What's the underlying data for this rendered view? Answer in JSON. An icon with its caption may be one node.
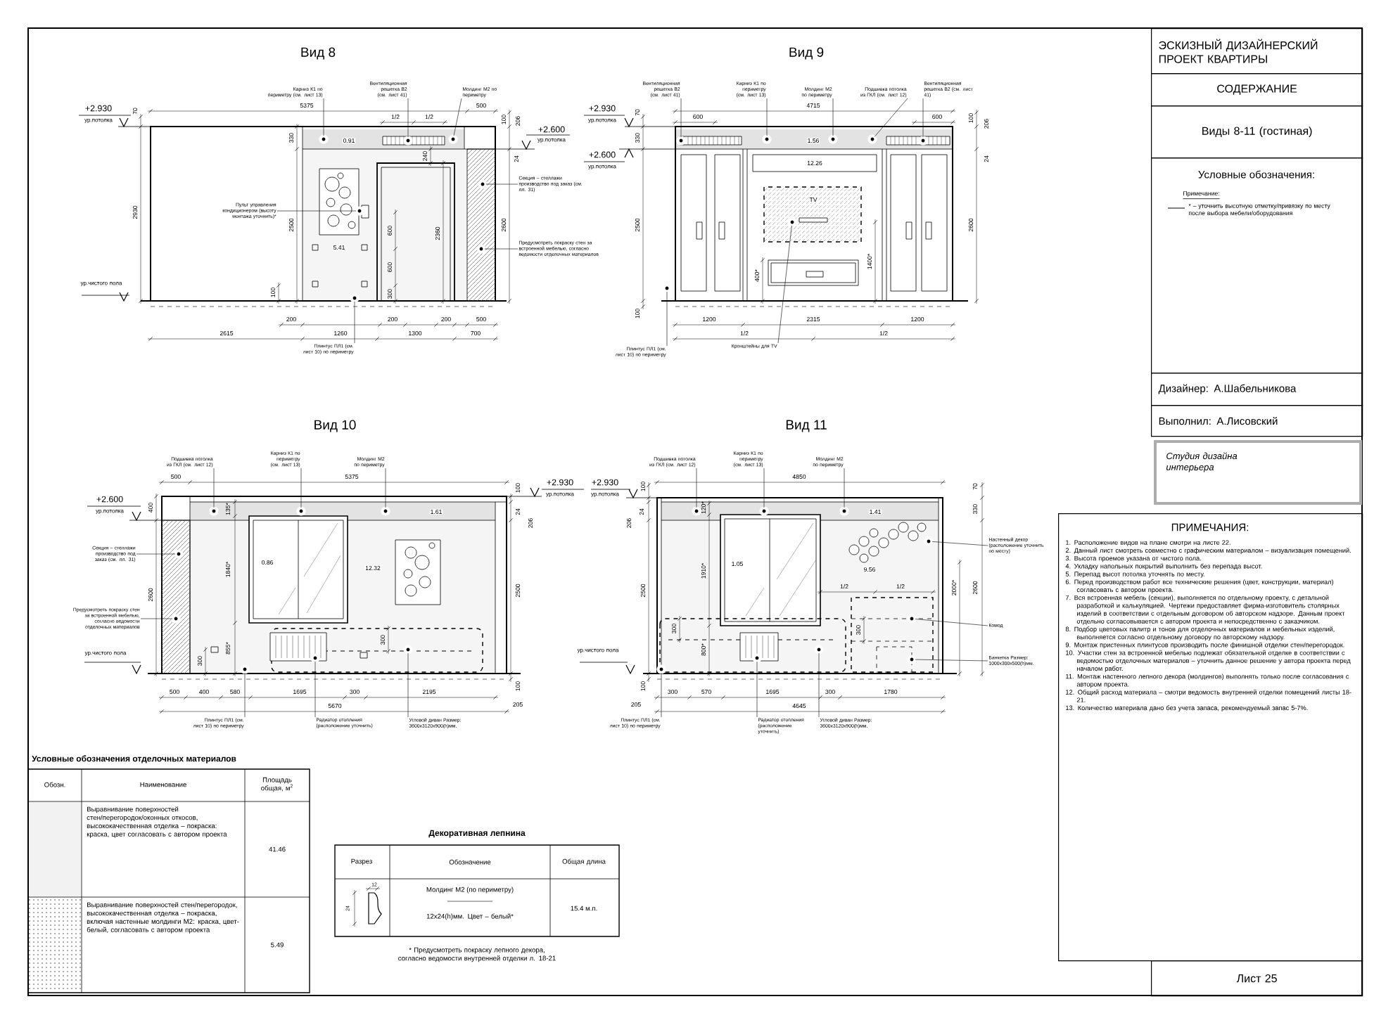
{
  "diagram": {
    "nodes": [
      {
        "text": [
          "Карниз К1 по периметру (см. лист 13)"
        ]
      },
      {
        "text": [
          "Вентиляционная решетка В2 (см. лист 41)"
        ]
      },
      {
        "text": [
          "Молдинг М2 по периметру"
        ]
      },
      {
        "text": [
          "Пульт управления кондиционером (высоту монтажа уточнить)*"
        ]
      },
      {
        "text": [
          "Секция – стеллажи производство под заказ (см. лл. 31)"
        ]
      },
      {
        "text": [
          "Предусмотреть покраску стен за встроенной мебелью, согласно ведомости отделочных материалов"
        ]
      },
      {
        "text": [
          "Плинтус ПЛ1 (см. лист 10) по периметру"
        ]
      },
      {
        "text": [
          "Вентиляционная решетка В2 (см. лист 41)"
        ]
      },
      {
        "text": [
          "Карниз К1 по периметру (см. лист 13)"
        ]
      },
      {
        "text": [
          "Молдинг М2 по периметру"
        ]
      },
      {
        "text": [
          "Подшивка потолка из ГКЛ (см. лист 12)"
        ]
      },
      {
        "text": [
          "Вентиляционная решетка В2 (см. лист 41)"
        ]
      },
      {
        "text": [
          "Плинтус ПЛ1 (см. лист 10) по периметру"
        ]
      },
      {
        "text": [
          "Кронштейны для TV"
        ]
      },
      {
        "text": [
          "Подшивка потолка из ГКЛ (см. лист 12)"
        ]
      },
      {
        "text": [
          "Карниз К1 по периметру (см. лист 13)"
        ]
      },
      {
        "text": [
          "Молдинг М2 по периметру"
        ]
      },
      {
        "text": [
          "Секция – стеллажи производство под заказ (см. лл. 31)"
        ]
      },
      {
        "text": [
          "Предусмотреть покраску стен за встроенной мебелью, согласно ведомости отделочных материалов"
        ]
      },
      {
        "text": [
          "Плинтус ПЛ1 (см. лист 10) по периметру"
        ]
      },
      {
        "text": [
          "Радиатор отопления (расположение уточнить)"
        ]
      },
      {
        "text": [
          "Угловой диван Размер: 3600х3120х900(h)мм."
        ]
      },
      {
        "text": [
          "Подшивка потолка из ГКЛ (см. лист 12)"
        ]
      },
      {
        "text": [
          "Карниз К1 по периметру (см. лист 13)"
        ]
      },
      {
        "text": [
          "Молдинг М2 по периметру"
        ]
      },
      {
        "text": [
          "Настенный декор (расположение уточнить по месту)"
        ]
      },
      {
        "text": [
          "Комод"
        ]
      },
      {
        "text": [
          "Банкетка Размер: 1000х300х500(h)мм."
        ]
      },
      {
        "text": [
          "Плинтус ПЛ1 (см. лист 10) по периметру"
        ]
      },
      {
        "text": [
          "Радиатор отопления (расположение уточнить)"
        ]
      },
      {
        "text": [
          "Угловой диван Размер: 3600х3120х900(h)мм."
        ]
      },
      {
        "text": [
          "ЭСКИЗНЫЙ ДИЗАЙНЕРСКИЙ ПРОЕКТ КВАРТИРЫ"
        ]
      },
      {
        "text": [
          "СОДЕРЖАНИЕ"
        ]
      },
      {
        "text": [
          "Виды 8-11 (гостиная)"
        ]
      },
      {
        "text": [
          "Условные обозначения:",
          "Примечание:",
          "* – уточнить высотную отметку/привязку по месту после выбора мебели/оборудования"
        ]
      },
      {
        "text": [
          "Дизайнер: А.Шабельникова"
        ]
      },
      {
        "text": [
          "Выполнил: А.Лисовский"
        ]
      },
      {
        "text": [
          "Студия дизайна интерьера"
        ]
      },
      {
        "text": [
          "ПРИМЕЧАНИЯ:",
          "1. Расположение видов на плане смотри на листе 22.",
          "2. Данный лист смотреть совместно с графическим материалом – визуализация помещений.",
          "3. Высота проемов указана от чистого пола.",
          "4. Укладку напольных покрытий выполнить без перепада высот.",
          "5. Перепад высот потолка уточнять по месту.",
          "6. Перед производством работ все технические решения (цвет, конструкции, материал) согласовать с автором проекта.",
          "7. Вся встроенная мебель (секции), выполняется по отдельному проекту, с детальной разработкой и калькуляцией. Чертежи предоставляет фирма-изготовитель столярных изделий в соответствии с отдельным договором об авторском надзоре. Данным проект отдельно согласовывается с автором проекта и непосредственно с заказчиком.",
          "8. Подбор цветовых палитр и тонов для отделочных материалов и мебельных изделий, выполняется согласно отдельному договору по авторскому надзору.",
          "9. Монтаж пристенных плинтусов производить после финишной отделки стен/перегородок.",
          "10. Участки стен за встроенной мебелью подлежат обязательной отделке в соответствии с ведомостью отделочных материалов – уточнить данное решение у автора проекта перед началом работ.",
          "11. Монтаж настенного лепного декора (молдингов) выполнять только после согласования с автором проекта.",
          "12. Общий расход материала – смотри ведомость внутренней отделки помещений листы 18-21.",
          "13. Количество материала дано без учета запаса, рекомендуемый запас 5-7%."
        ]
      },
      {
        "text": [
          "Лист 25"
        ]
      },
      {
        "text": [],
        "shape": "circle"
      },
      {
        "text": [],
        "shape": "circle"
      },
      {
        "text": [],
        "shape": "circle"
      },
      {
        "text": [],
        "shape": "circle"
      },
      {
        "text": [],
        "shape": "circle"
      },
      {
        "text": [],
        "shape": "circle"
      },
      {
        "text": [],
        "shape": "circle"
      },
      {
        "text": [],
        "shape": "circle"
      },
      {
        "text": [],
        "shape": "circle"
      },
      {
        "text": [],
        "shape": "circle"
      },
      {
        "text": [],
        "shape": "circle"
      },
      {
        "text": [],
        "shape": "circle"
      },
      {
        "text": [],
        "shape": "circle"
      },
      {
        "text": [],
        "shape": "circle"
      },
      {
        "text": [],
        "shape": "circle"
      },
      {
        "text": [],
        "shape": "circle"
      },
      {
        "text": [],
        "shape": "circle"
      },
      {
        "text": [],
        "shape": "circle"
      },
      {
        "text": [],
        "shape": "circle"
      },
      {
        "text": [],
        "shape": "circle"
      },
      {
        "text": [],
        "shape": "circle"
      },
      {
        "text": [],
        "shape": "circle"
      },
      {
        "text": [],
        "shape": "circle"
      },
      {
        "text": [],
        "shape": "circle"
      },
      {
        "text": [],
        "shape": "circle"
      },
      {
        "text": [],
        "shape": "circle"
      },
      {
        "text": [],
        "shape": "circle"
      },
      {
        "text": [],
        "shape": "circle"
      },
      {
        "text": [],
        "shape": "circle"
      },
      {
        "text": [],
        "shape": "circle"
      },
      {
        "text": [],
        "shape": "circle"
      }
    ],
    "edges": [
      {
        "from": 0,
        "to": 40,
        "arrow": "none"
      },
      {
        "from": 1,
        "to": 41,
        "arrow": "none"
      },
      {
        "from": 2,
        "to": 42,
        "arrow": "none"
      },
      {
        "from": 3,
        "to": 43,
        "arrow": "none"
      },
      {
        "from": 4,
        "to": 44,
        "arrow": "none"
      },
      {
        "from": 5,
        "to": 45,
        "arrow": "none"
      },
      {
        "from": 6,
        "to": 46,
        "arrow": "none"
      },
      {
        "from": 7,
        "to": 47,
        "arrow": "none"
      },
      {
        "from": 8,
        "to": 48,
        "arrow": "none"
      },
      {
        "from": 9,
        "to": 49,
        "arrow": "none"
      },
      {
        "from": 10,
        "to": 50,
        "arrow": "none"
      },
      {
        "from": 11,
        "to": 51,
        "arrow": "none"
      },
      {
        "from": 12,
        "to": 52,
        "arrow": "none"
      },
      {
        "from": 13,
        "to": 53,
        "arrow": "none"
      },
      {
        "from": 14,
        "to": 54,
        "arrow": "none"
      },
      {
        "from": 15,
        "to": 55,
        "arrow": "none"
      },
      {
        "from": 16,
        "to": 56,
        "arrow": "none"
      },
      {
        "from": 17,
        "to": 57,
        "arrow": "none"
      },
      {
        "from": 18,
        "to": 58,
        "arrow": "none"
      },
      {
        "from": 19,
        "to": 59,
        "arrow": "none"
      },
      {
        "from": 20,
        "to": 60,
        "arrow": "none"
      },
      {
        "from": 21,
        "to": 61,
        "arrow": "none"
      },
      {
        "from": 22,
        "to": 62,
        "arrow": "none"
      },
      {
        "from": 23,
        "to": 63,
        "arrow": "none"
      },
      {
        "from": 24,
        "to": 64,
        "arrow": "none"
      },
      {
        "from": 25,
        "to": 65,
        "arrow": "none"
      },
      {
        "from": 26,
        "to": 66,
        "arrow": "none"
      },
      {
        "from": 27,
        "to": 67,
        "arrow": "none"
      },
      {
        "from": 28,
        "to": 68,
        "arrow": "none"
      },
      {
        "from": 29,
        "to": 69,
        "arrow": "none"
      },
      {
        "from": 30,
        "to": 70,
        "arrow": "none"
      }
    ],
    "labels": [
      "Вид 8",
      "+2.930",
      "ур.потолка",
      "70",
      "5375",
      "1/2",
      "1/2",
      "500",
      "100",
      "206",
      "+2.600",
      "ур.потолка",
      "330",
      "0.91",
      "24",
      "240",
      "2930",
      "2500",
      "2360",
      "2600",
      "600",
      "600",
      "5.41",
      "100",
      "300",
      "ур.чистого пола",
      "200",
      "200",
      "200",
      "500",
      "2615",
      "1260",
      "1300",
      "700",
      "Вид 9",
      "+2.930",
      "ур.потолка",
      "70",
      "600",
      "4715",
      "600",
      "100",
      "206",
      "+2.600",
      "ур.потолка",
      "330",
      "1.56",
      "24",
      "12.26",
      "TV",
      "2500",
      "2600",
      "400*",
      "1400*",
      "100",
      "1200",
      "2315",
      "1200",
      "1/2",
      "1/2",
      "Вид 10",
      "500",
      "5375",
      "+2.600",
      "ур.потолка",
      "400",
      "+2.930",
      "ур.потолка",
      "100",
      "24",
      "206",
      "135*",
      "0.86",
      "1840*",
      "12.32",
      "1.61",
      "2600",
      "2500",
      "300",
      "855*",
      "300",
      "ур.чистого пола",
      "500",
      "400",
      "580",
      "1695",
      "300",
      "2195",
      "100",
      "5670",
      "205",
      "Вид 11",
      "+2.930",
      "ур.потолка",
      "100",
      "4850",
      "70",
      "330",
      "206",
      "24",
      "1.41",
      "120*",
      "1.05",
      "9.56",
      "1910*",
      "1/2",
      "1/2",
      "2500",
      "2000*",
      "2600",
      "800*",
      "300",
      "300",
      "ур.чистого пола",
      "100",
      "300",
      "570",
      "1695",
      "300",
      "1780",
      "205",
      "4645",
      "Условные обозначения отделочных материалов",
      "Обозн.",
      "Наименование",
      "Площадь общая, м$^{2}$",
      "Выравнивание поверхностей стен/перегородок/оконных откосов, высококачественная отделка – покраска: краска, цвет согласовать с автором проекта",
      "41.46",
      "Выравнивание поверхностей стен/перегородок, высококачественная отделка – покраска, включая настенные молдинги М2: краска, цвет-белый, согласовать с автором проекта",
      "5.49",
      "Декоративная лепнина",
      "Разрез",
      "Обозначение",
      "Общая длина",
      "12",
      "24",
      "Молдинг М2 (по периметру)",
      "12х24(h)мм. Цвет – белый*",
      "15.4 м.п.",
      "* Предусмотреть покраску лепного декора, согласно ведомости внутренней отделки л. 18-21"
    ]
  }
}
